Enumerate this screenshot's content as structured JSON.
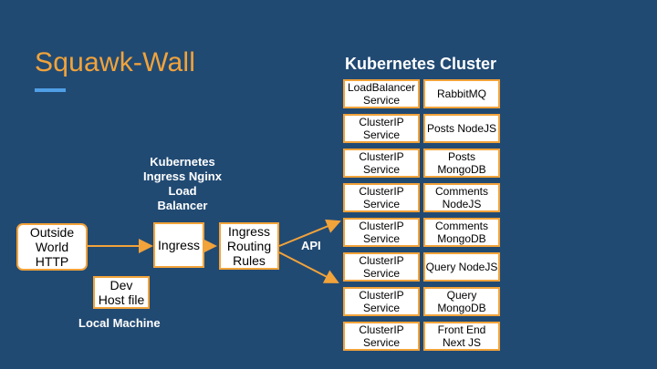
{
  "title": "Squawk-Wall",
  "cluster_title": "Kubernetes Cluster",
  "ingress_caption": [
    "Kubernetes",
    "Ingress Nginx",
    "Load",
    "Balancer"
  ],
  "outside_box": [
    "Outside",
    "World",
    "HTTP"
  ],
  "ingress_box": "Ingress",
  "routing_box": [
    "Ingress",
    "Routing",
    "Rules"
  ],
  "dev_box": [
    "Dev",
    "Host file"
  ],
  "local_machine": "Local Machine",
  "api_label": "API",
  "colors": {
    "background": "#214a73",
    "accent": "#f2a33a",
    "rule": "#4f9fe6"
  },
  "services": [
    [
      "LoadBalancer",
      "Service"
    ],
    [
      "ClusterIP",
      "Service"
    ],
    [
      "ClusterIP",
      "Service"
    ],
    [
      "ClusterIP",
      "Service"
    ],
    [
      "ClusterIP",
      "Service"
    ],
    [
      "ClusterIP",
      "Service"
    ],
    [
      "ClusterIP",
      "Service"
    ],
    [
      "ClusterIP",
      "Service"
    ]
  ],
  "apps": [
    [
      "RabbitMQ"
    ],
    [
      "Posts NodeJS"
    ],
    [
      "Posts",
      "MongoDB"
    ],
    [
      "Comments",
      "NodeJS"
    ],
    [
      "Comments",
      "MongoDB"
    ],
    [
      "Query NodeJS"
    ],
    [
      "Query",
      "MongoDB"
    ],
    [
      "Front End",
      "Next JS"
    ]
  ]
}
